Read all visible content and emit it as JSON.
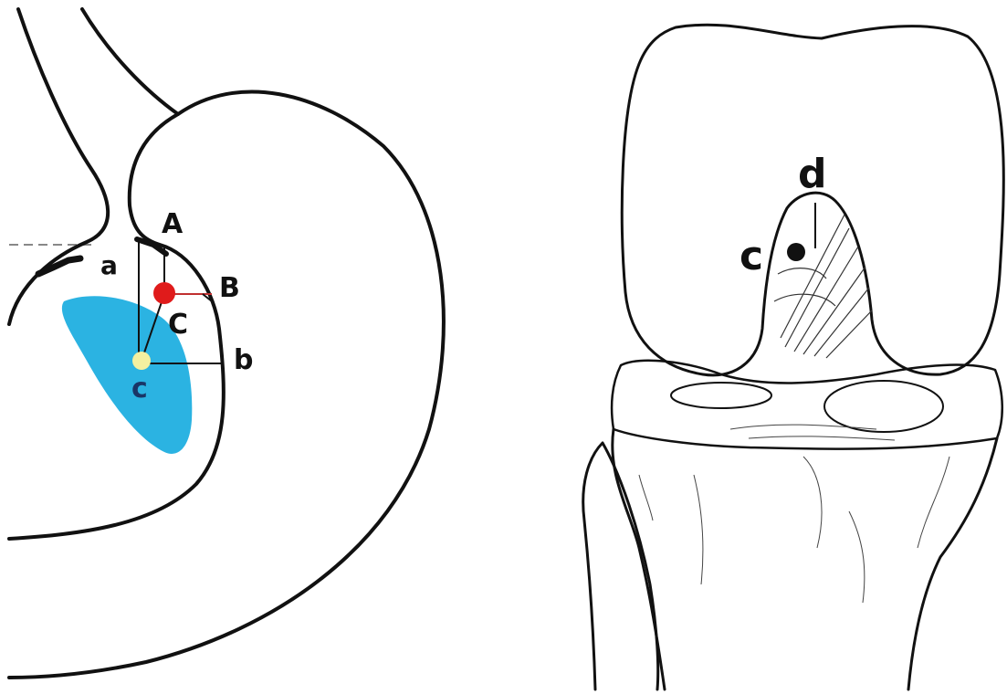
{
  "left_panel": {
    "labels": {
      "A": "A",
      "B": "B",
      "C": "C",
      "a": "a",
      "b": "b",
      "c": "c"
    },
    "colors": {
      "region": "#2bb3e2",
      "point_red": "#e01b1b",
      "point_yellow": "#f4f0a0"
    }
  },
  "right_panel": {
    "labels": {
      "c": "c",
      "d": "d"
    }
  }
}
